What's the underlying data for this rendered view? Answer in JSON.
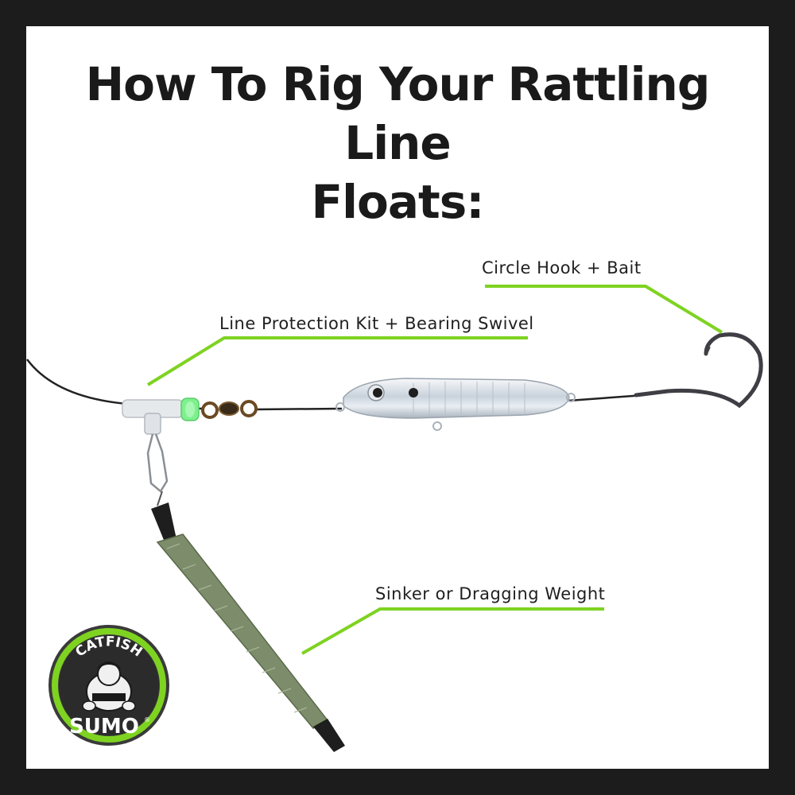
{
  "title": {
    "line1": "How To Rig Your Rattling Line",
    "line2": "Floats:"
  },
  "callouts": {
    "hook": "Circle Hook + Bait",
    "swivel": "Line Protection Kit + Bearing Swivel",
    "sinker": "Sinker or Dragging Weight"
  },
  "logo": {
    "top": "CATFISH",
    "bottom": "SUMO",
    "mark": "®"
  },
  "colors": {
    "frame": "#1c1c1c",
    "accent": "#7ed321",
    "text": "#1a1a1a"
  }
}
